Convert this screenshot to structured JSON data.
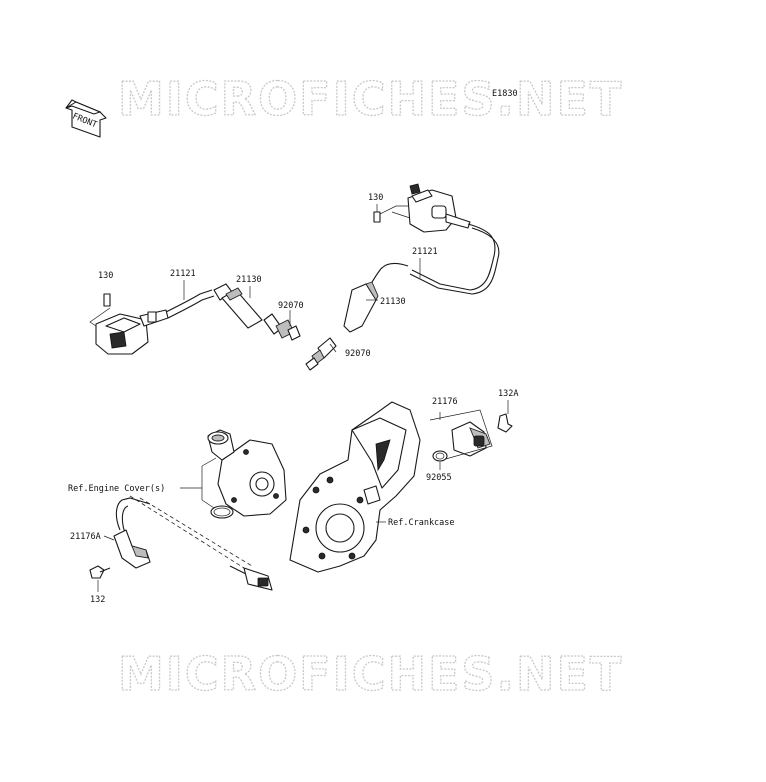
{
  "watermark": {
    "text": "MICROFICHES.NET"
  },
  "diagram_code": "E1830",
  "front_indicator": "FRONT",
  "labels": {
    "p130_right": "130",
    "p21121_right": "21121",
    "p21130_right": "21130",
    "p92070_right": "92070",
    "p130_left": "130",
    "p21121_left": "21121",
    "p21130_left": "21130",
    "p92070_left": "92070",
    "p21176": "21176",
    "p132A": "132A",
    "p92055": "92055",
    "ref_engine_cover": "Ref.Engine Cover(s)",
    "ref_crankcase": "Ref.Crankcase",
    "p21176A": "21176A",
    "p132": "132"
  }
}
